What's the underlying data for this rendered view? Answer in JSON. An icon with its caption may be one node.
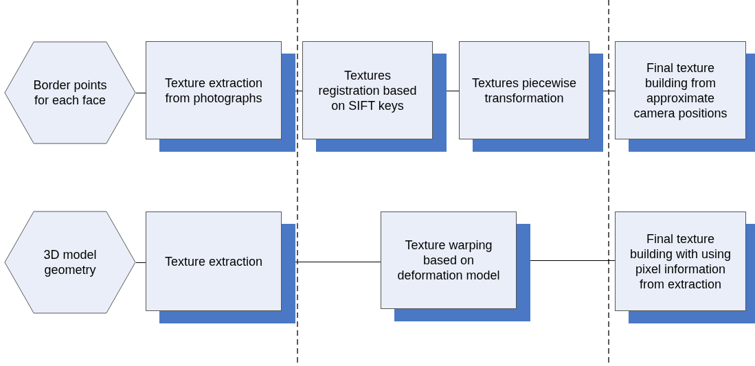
{
  "diagram": {
    "nodes": [
      {
        "text": [
          "Border points for each face"
        ]
      },
      {
        "text": [
          "Texture extraction from photographs"
        ]
      },
      {
        "text": [
          "Textures registration based on SIFT keys"
        ]
      },
      {
        "text": [
          "Textures piecewise transformation"
        ]
      },
      {
        "text": [
          "Final texture building from approximate camera positions"
        ]
      },
      {
        "text": [
          "3D model geometry"
        ]
      },
      {
        "text": [
          "Texture extraction"
        ]
      },
      {
        "text": [
          "Texture warping based on deformation model"
        ]
      },
      {
        "text": [
          "Final texture building with using pixel information from extraction"
        ]
      }
    ],
    "edges": [
      {
        "from": 0,
        "to": 1,
        "arrow": "none"
      },
      {
        "from": 1,
        "to": 2,
        "arrow": "none"
      },
      {
        "from": 2,
        "to": 3,
        "arrow": "none"
      },
      {
        "from": 3,
        "to": 4,
        "arrow": "none"
      },
      {
        "from": 5,
        "to": 6,
        "arrow": "none"
      },
      {
        "from": 6,
        "to": 7,
        "arrow": "none"
      },
      {
        "from": 7,
        "to": 8,
        "arrow": "none"
      }
    ]
  }
}
